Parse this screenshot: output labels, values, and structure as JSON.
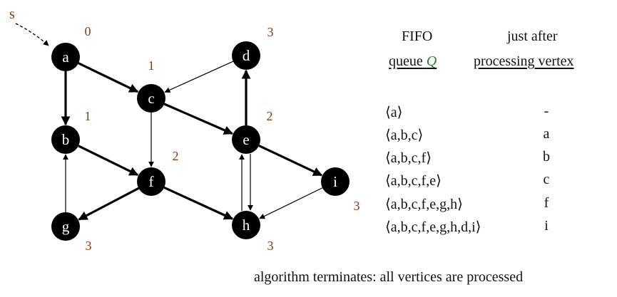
{
  "source_label": "s",
  "nodes": [
    {
      "id": "a",
      "dist": "0"
    },
    {
      "id": "b",
      "dist": "1"
    },
    {
      "id": "c",
      "dist": "1"
    },
    {
      "id": "d",
      "dist": "3"
    },
    {
      "id": "e",
      "dist": "2"
    },
    {
      "id": "f",
      "dist": "2"
    },
    {
      "id": "g",
      "dist": "3"
    },
    {
      "id": "h",
      "dist": "3"
    },
    {
      "id": "i",
      "dist": "3"
    }
  ],
  "edges": [
    {
      "from": "a",
      "to": "b",
      "tree": true
    },
    {
      "from": "a",
      "to": "c",
      "tree": true
    },
    {
      "from": "d",
      "to": "c",
      "tree": false
    },
    {
      "from": "c",
      "to": "f",
      "tree": false
    },
    {
      "from": "c",
      "to": "e",
      "tree": true
    },
    {
      "from": "e",
      "to": "d",
      "tree": true
    },
    {
      "from": "b",
      "to": "f",
      "tree": true
    },
    {
      "from": "g",
      "to": "b",
      "tree": false
    },
    {
      "from": "f",
      "to": "g",
      "tree": true
    },
    {
      "from": "f",
      "to": "h",
      "tree": true
    },
    {
      "from": "e",
      "to": "i",
      "tree": true
    },
    {
      "from": "e",
      "to": "h",
      "tree": false
    },
    {
      "from": "h",
      "to": "e",
      "tree": false
    },
    {
      "from": "i",
      "to": "h",
      "tree": false
    }
  ],
  "table": {
    "col1_line1": "FIFO",
    "col1_line2_prefix": "queue ",
    "col1_symbol": "Q",
    "col2_line1": "just after",
    "col2_line2": "processing vertex",
    "rows": [
      {
        "queue": "⟨a⟩",
        "vertex": "-"
      },
      {
        "queue": "⟨a,b,c⟩",
        "vertex": "a"
      },
      {
        "queue": "⟨a,b,c,f⟩",
        "vertex": "b"
      },
      {
        "queue": "⟨a,b,c,f,e⟩",
        "vertex": "c"
      },
      {
        "queue": "⟨a,b,c,f,e,g,h⟩",
        "vertex": "f"
      },
      {
        "queue": "⟨a,b,c,f,e,g,h,d,i⟩",
        "vertex": "i"
      }
    ]
  },
  "footer": "algorithm terminates: all vertices are processed",
  "colors": {
    "node_fill": "#000000",
    "node_text": "#ffffff",
    "edge": "#000000",
    "distance_label": "#8b3a10",
    "queue_symbol": "#2e7d32"
  }
}
